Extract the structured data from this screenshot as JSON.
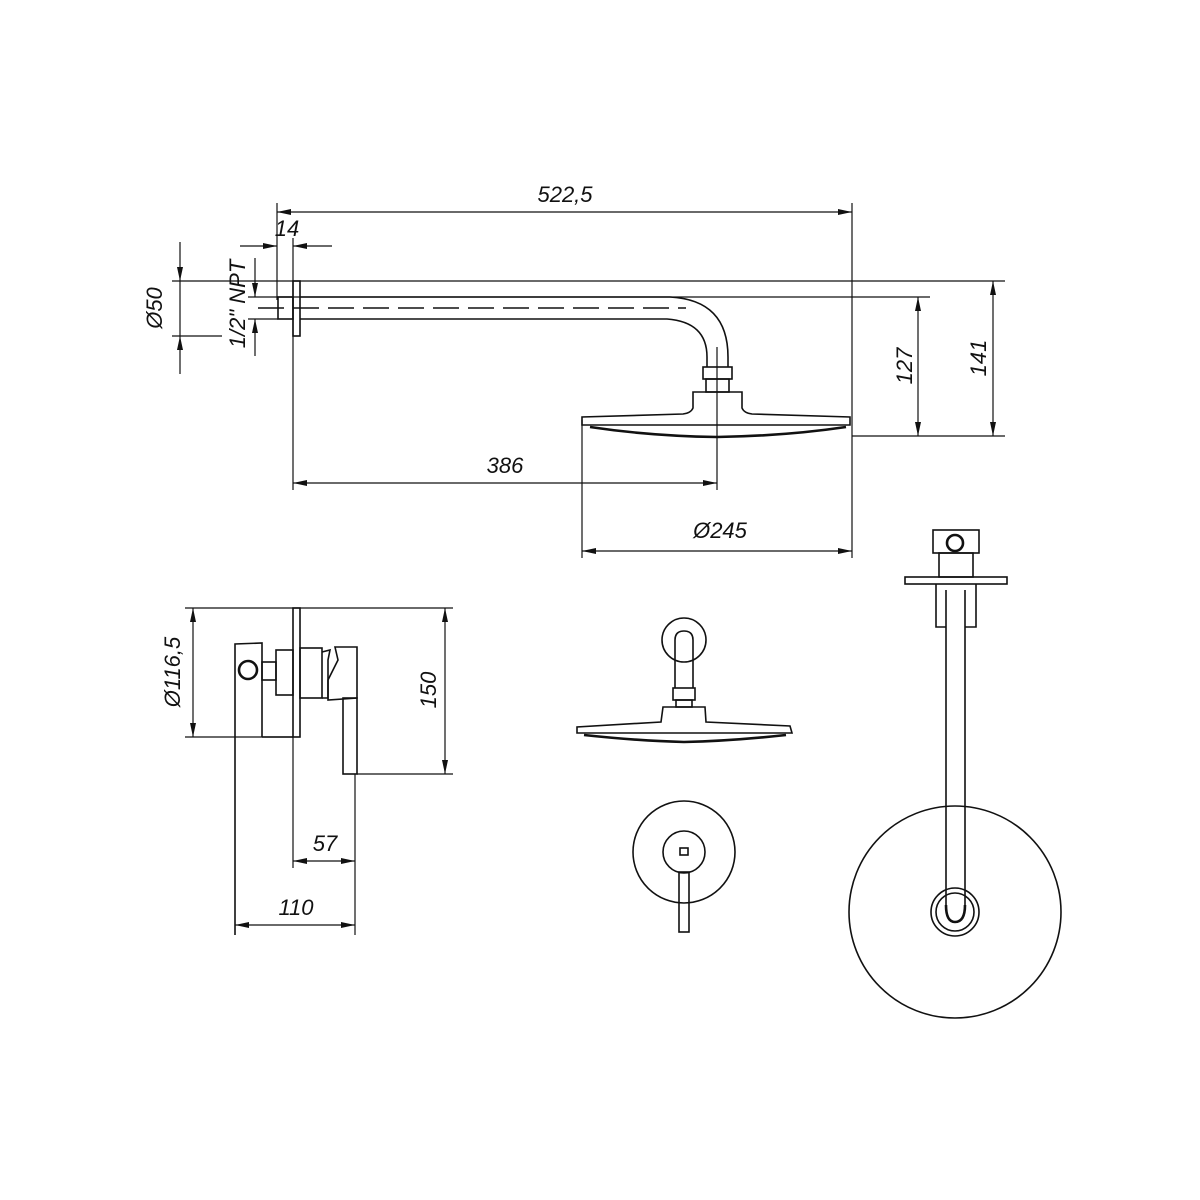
{
  "dimensions": {
    "overall_length": "522,5",
    "plate_thickness": "14",
    "plate_diameter": "Ø50",
    "thread": "1/2\" NPT",
    "arm_drop_inner": "127",
    "arm_drop_total": "141",
    "head_center_offset": "386",
    "head_diameter": "Ø245",
    "valve_plate_diameter": "Ø116,5",
    "valve_height": "150",
    "handle_projection": "57",
    "valve_depth": "110"
  }
}
